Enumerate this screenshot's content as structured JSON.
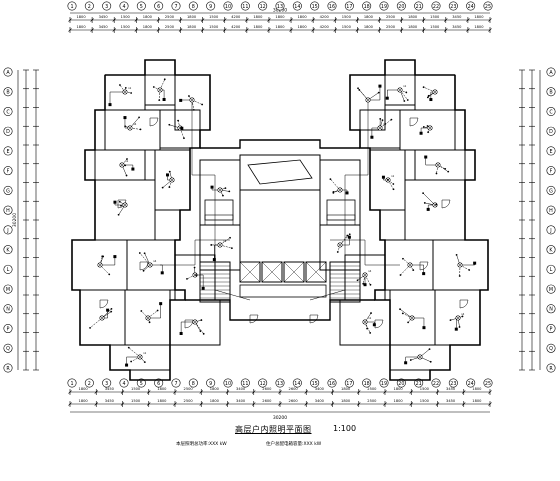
{
  "drawing": {
    "title": "高层户内照明平面图",
    "scale": "1:100",
    "notes": [
      "本层照明总功率:XXX kW",
      "住户总配电箱容量:XXX kW"
    ],
    "line_color": "#000000",
    "background": "#ffffff"
  },
  "dimensions": {
    "top_total": "30200",
    "bottom_total": "30200",
    "left_total": "30200",
    "top_segments": [
      "1800",
      "3450",
      "1500",
      "1800",
      "2500",
      "1800",
      "1500",
      "4200",
      "1800",
      "1800",
      "1800",
      "4200",
      "1500",
      "1800",
      "2500",
      "1800",
      "1500",
      "3450",
      "1800"
    ],
    "bottom_segments": [
      "1800",
      "3450",
      "1500",
      "1800",
      "2500",
      "1800",
      "3400",
      "2600",
      "2600",
      "3400",
      "1800",
      "2500",
      "1800",
      "1500",
      "3450",
      "1800"
    ]
  },
  "axis_labels": {
    "top": [
      "1",
      "2",
      "3",
      "4",
      "5",
      "6",
      "7",
      "8",
      "9",
      "10",
      "11",
      "12",
      "13",
      "14",
      "15",
      "16",
      "17",
      "18",
      "19",
      "20",
      "21",
      "22",
      "23",
      "24",
      "25"
    ],
    "bottom": [
      "1",
      "2",
      "3",
      "4",
      "5",
      "6",
      "7",
      "8",
      "9",
      "10",
      "11",
      "12",
      "13",
      "14",
      "15",
      "16",
      "17",
      "18",
      "19",
      "20",
      "21",
      "22",
      "23",
      "24",
      "25"
    ],
    "left": [
      "A",
      "B",
      "C",
      "D",
      "E",
      "F",
      "G",
      "H",
      "J",
      "K",
      "L",
      "M",
      "N",
      "P",
      "Q",
      "R"
    ],
    "right": [
      "A",
      "B",
      "C",
      "D",
      "E",
      "F",
      "G",
      "H",
      "J",
      "K",
      "L",
      "M",
      "N",
      "P",
      "Q",
      "R"
    ]
  }
}
